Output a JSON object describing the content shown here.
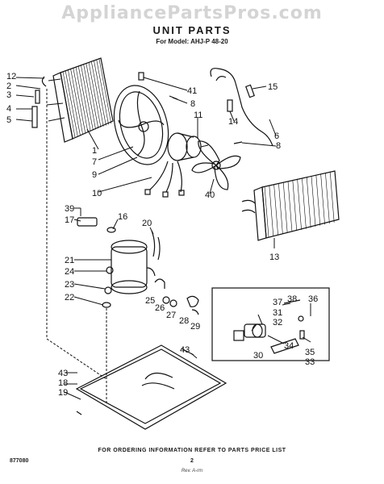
{
  "header": {
    "watermark": "AppliancePartsPros.com",
    "title": "UNIT PARTS",
    "model": "For Model: AHJ-P 48-20"
  },
  "footer": {
    "ordering_note": "FOR ORDERING INFORMATION REFER TO PARTS PRICE LIST",
    "doc_code": "877080",
    "page_number": "2",
    "margin_note": "Rev. A-rm"
  },
  "callouts": [
    {
      "id": "c12",
      "text": "12"
    },
    {
      "id": "c2",
      "text": "2"
    },
    {
      "id": "c3",
      "text": "3"
    },
    {
      "id": "c4",
      "text": "4"
    },
    {
      "id": "c5",
      "text": "5"
    },
    {
      "id": "c1",
      "text": "1"
    },
    {
      "id": "c7",
      "text": "7"
    },
    {
      "id": "c9",
      "text": "9"
    },
    {
      "id": "c10",
      "text": "10"
    },
    {
      "id": "c41",
      "text": "41"
    },
    {
      "id": "c8a",
      "text": "8"
    },
    {
      "id": "c11",
      "text": "11"
    },
    {
      "id": "c15",
      "text": "15"
    },
    {
      "id": "c14",
      "text": "14"
    },
    {
      "id": "c6",
      "text": "6"
    },
    {
      "id": "c8b",
      "text": "8"
    },
    {
      "id": "c40",
      "text": "40"
    },
    {
      "id": "c13",
      "text": "13"
    },
    {
      "id": "c39",
      "text": "39"
    },
    {
      "id": "c17",
      "text": "17"
    },
    {
      "id": "c16",
      "text": "16"
    },
    {
      "id": "c20",
      "text": "20"
    },
    {
      "id": "c21",
      "text": "21"
    },
    {
      "id": "c24",
      "text": "24"
    },
    {
      "id": "c23",
      "text": "23"
    },
    {
      "id": "c22",
      "text": "22"
    },
    {
      "id": "c25",
      "text": "25"
    },
    {
      "id": "c26",
      "text": "26"
    },
    {
      "id": "c27",
      "text": "27"
    },
    {
      "id": "c28",
      "text": "28"
    },
    {
      "id": "c29",
      "text": "29"
    },
    {
      "id": "c37",
      "text": "37"
    },
    {
      "id": "c38",
      "text": "38"
    },
    {
      "id": "c36",
      "text": "36"
    },
    {
      "id": "c31",
      "text": "31"
    },
    {
      "id": "c32",
      "text": "32"
    },
    {
      "id": "c34",
      "text": "34"
    },
    {
      "id": "c30",
      "text": "30"
    },
    {
      "id": "c35",
      "text": "35"
    },
    {
      "id": "c33",
      "text": "33"
    },
    {
      "id": "c43a",
      "text": "43"
    },
    {
      "id": "c43b",
      "text": "43"
    },
    {
      "id": "c18",
      "text": "18"
    },
    {
      "id": "c19",
      "text": "19"
    }
  ]
}
